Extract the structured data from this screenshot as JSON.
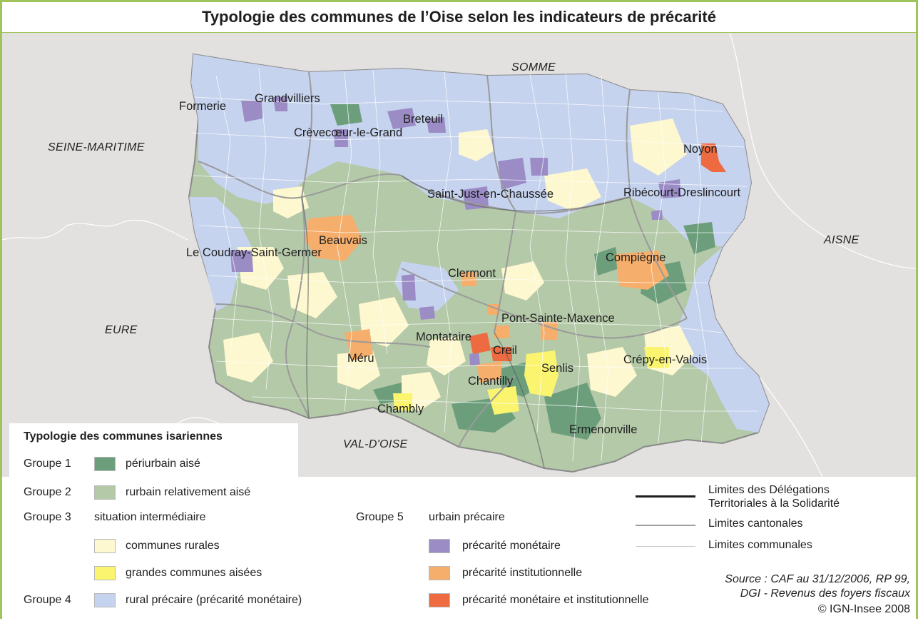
{
  "title": "Typologie des communes de l’Oise selon les indicateurs de précarité",
  "neighbors": {
    "somme": "SOMME",
    "seine_maritime": "SEINE-MARITIME",
    "aisne": "AISNE",
    "eure": "EURE",
    "val_doise": "VAL-D'OISE"
  },
  "cities": {
    "formerie": "Formerie",
    "grandvilliers": "Grandvilliers",
    "breteuil": "Breteuil",
    "crevecoeur": "Crèvecœur-le-Grand",
    "noyon": "Noyon",
    "saint_just": "Saint-Just-en-Chaussée",
    "ribecourt": "Ribécourt-Dreslincourt",
    "beauvais": "Beauvais",
    "le_coudray": "Le Coudray-Saint-Germer",
    "compiegne": "Compiègne",
    "clermont": "Clermont",
    "pont_sainte_maxence": "Pont-Sainte-Maxence",
    "montataire": "Montataire",
    "creil": "Creil",
    "meru": "Méru",
    "senlis": "Senlis",
    "crepy": "Crépy-en-Valois",
    "chantilly": "Chantilly",
    "chambly": "Chambly",
    "ermenonville": "Ermenonville"
  },
  "legend": {
    "heading": "Typologie des communes isariennes",
    "g1": {
      "group": "Groupe 1",
      "label": "périurbain aisé",
      "color": "#6c9e7c"
    },
    "g2": {
      "group": "Groupe 2",
      "label": "rurbain relativement aisé",
      "color": "#b4c9a8"
    },
    "g3": {
      "group": "Groupe 3",
      "label": "situation intermédiaire",
      "rural": {
        "label": "communes rurales",
        "color": "#fdf8cf"
      },
      "grandes": {
        "label": "grandes communes aisées",
        "color": "#fbf46e"
      }
    },
    "g4": {
      "group": "Groupe 4",
      "label": "rural précaire (précarité monétaire)",
      "color": "#c6d3ee"
    },
    "g5": {
      "group": "Groupe 5",
      "label": "urbain précaire",
      "monetaire": {
        "label": "précarité monétaire",
        "color": "#9b8cc6"
      },
      "institutionnelle": {
        "label": "précarité institutionnelle",
        "color": "#f6ae6c"
      },
      "mixte": {
        "label": "précarité monétaire et institutionnelle",
        "color": "#ee6a40"
      }
    }
  },
  "lines": {
    "delegations_1": "Limites des Délégations",
    "delegations_2": "Territoriales à la Solidarité",
    "cantonales": "Limites cantonales",
    "communales": "Limites communales"
  },
  "source_1": "Source : CAF au 31/12/2006, RP 99,",
  "source_2": "DGI - Revenus des foyers fiscaux",
  "copyright": "© IGN-Insee 2008"
}
